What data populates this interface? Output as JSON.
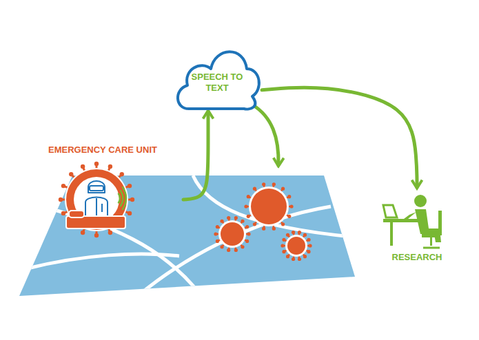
{
  "diagram": {
    "nodes": [
      {
        "text": [
          "SPEECH TO TEXT"
        ]
      },
      {
        "text": [
          "EMERGENCY CARE UNIT"
        ]
      },
      {
        "text": [
          "RESEARCH"
        ]
      }
    ],
    "edges": [
      {
        "from": 1,
        "to": 0,
        "arrow": "to"
      },
      {
        "from": 0,
        "to": 2,
        "arrow": "to"
      }
    ]
  }
}
